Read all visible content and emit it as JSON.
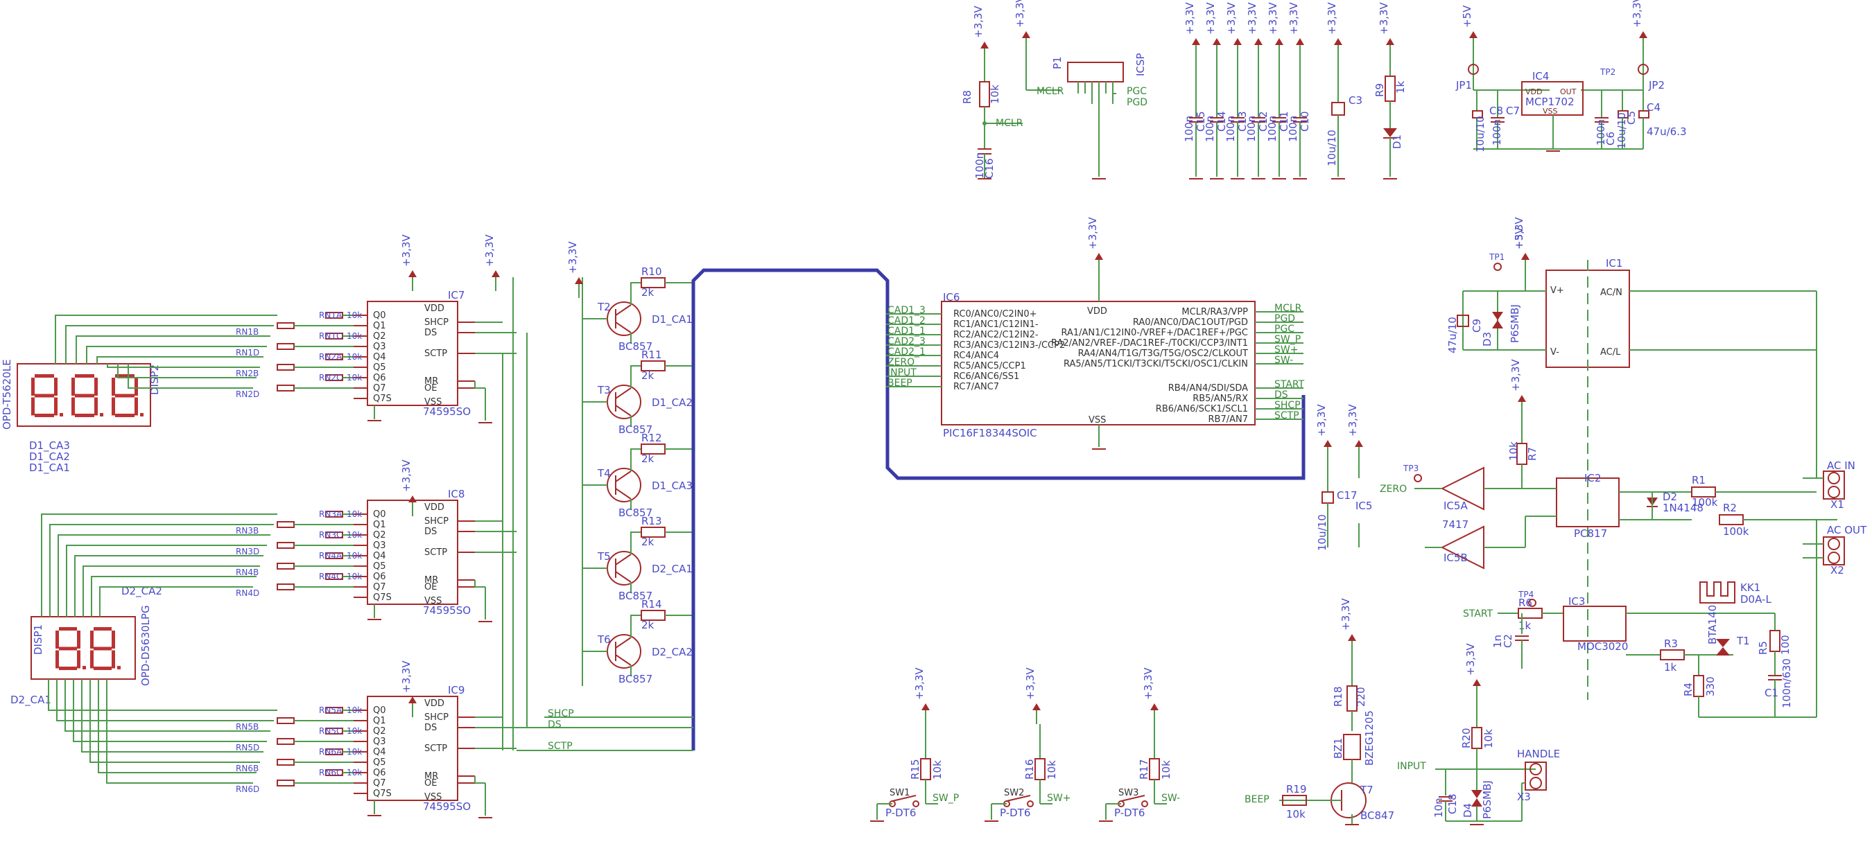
{
  "supply_label": "+3,3V",
  "supply_5v": "+5V",
  "ics": {
    "ic7": {
      "ref": "IC7",
      "part": "74595SO",
      "pins": [
        "Q0",
        "Q1",
        "Q2",
        "Q3",
        "Q4",
        "Q5",
        "Q6",
        "Q7",
        "Q7S",
        "VDD",
        "SHCP",
        "DS",
        "SCTP",
        "MR",
        "OE",
        "VSS"
      ]
    },
    "ic8": {
      "ref": "IC8",
      "part": "74595SO",
      "pins": [
        "Q0",
        "Q1",
        "Q2",
        "Q3",
        "Q4",
        "Q5",
        "Q6",
        "Q7",
        "Q7S",
        "VDD",
        "SHCP",
        "DS",
        "SCTP",
        "MR",
        "OE",
        "VSS"
      ]
    },
    "ic9": {
      "ref": "IC9",
      "part": "74595SO",
      "pins": [
        "Q0",
        "Q1",
        "Q2",
        "Q3",
        "Q4",
        "Q5",
        "Q6",
        "Q7",
        "Q7S",
        "VDD",
        "SHCP",
        "DS",
        "SCTP",
        "MR",
        "OE",
        "VSS"
      ]
    },
    "ic6": {
      "ref": "IC6",
      "part": "PIC16F18344SOIC",
      "vdd": "VDD",
      "vss": "VSS",
      "left_pins": [
        "RC0/ANC0/C2IN0+",
        "RC1/ANC1/C12IN1-",
        "RC2/ANC2/C12IN2-",
        "RC3/ANC3/C12IN3-/CCP2",
        "RC4/ANC4",
        "RC5/ANC5/CCP1",
        "RC6/ANC6/SS1",
        "RC7/ANC7"
      ],
      "left_nets": [
        "CAD1_3",
        "CAD1_2",
        "CAD1_1",
        "CAD2_3",
        "CAD2_1",
        "ZERO",
        "INPUT",
        "BEEP"
      ],
      "right_pins": [
        "MCLR/RA3/VPP",
        "RA0/ANC0/DAC1OUT/PGD",
        "RA1/AN1/C12IN0-/VREF+/DAC1REF+/PGC",
        "RA2/AN2/VREF-/DAC1REF-/T0CKI/CCP3/INT1",
        "RA4/AN4/T1G/T3G/T5G/OSC2/CLKOUT",
        "RA5/AN5/T1CKI/T3CKI/T5CKI/OSC1/CLKIN",
        "RB4/AN4/SDI/SDA",
        "RB5/AN5/RX",
        "RB6/AN6/SCK1/SCL1",
        "RB7/AN7"
      ],
      "right_nets": [
        "MCLR",
        "PGD",
        "PGC",
        "SW_P",
        "SW+",
        "SW-",
        "START",
        "DS",
        "SHCP",
        "SCTP"
      ]
    },
    "ic1": {
      "ref": "IC1",
      "pins": [
        "V+",
        "V-",
        "AC/N",
        "AC/L"
      ]
    },
    "ic2": {
      "ref": "IC2",
      "part": "PC817"
    },
    "ic3": {
      "ref": "IC3",
      "part": "MOC3020"
    },
    "ic4": {
      "ref": "IC4",
      "part": "MCP1702",
      "pins": [
        "VDD",
        "VSS",
        "OUT"
      ]
    },
    "ic5a": {
      "ref": "IC5A",
      "part": "7417"
    },
    "ic5b": {
      "ref": "IC5B"
    },
    "ic5": {
      "ref": "IC5"
    }
  },
  "displays": {
    "disp2": {
      "ref": "DISP2",
      "part": "OPD-T5620LE",
      "labels": [
        "D1_CA3",
        "D1_CA2",
        "D1_CA1"
      ]
    },
    "disp1": {
      "ref": "DISP1",
      "part": "OPD-D5630LPG",
      "labels": [
        "D2_CA2",
        "D2_CA1"
      ]
    }
  },
  "resistor_networks": [
    "RN1A",
    "RN1B",
    "RN1C",
    "RN1D",
    "RN2A",
    "RN2B",
    "RN2C",
    "RN2D",
    "RN3A",
    "RN3B",
    "RN3C",
    "RN3D",
    "RN4A",
    "RN4B",
    "RN4C",
    "RN4D",
    "RN5A",
    "RN5B",
    "RN5C",
    "RN5D",
    "RN6A",
    "RN6B",
    "RN6C",
    "RN6D"
  ],
  "rn_value": "10k",
  "transistors": [
    {
      "ref": "T2",
      "part": "BC857",
      "net": "D1_CA1",
      "r": "R10",
      "rv": "2k"
    },
    {
      "ref": "T3",
      "part": "BC857",
      "net": "D1_CA2",
      "r": "R11",
      "rv": "2k"
    },
    {
      "ref": "T4",
      "part": "BC857",
      "net": "D1_CA3",
      "r": "R12",
      "rv": "2k"
    },
    {
      "ref": "T5",
      "part": "BC857",
      "net": "D2_CA1",
      "r": "R13",
      "rv": "2k"
    },
    {
      "ref": "T6",
      "part": "BC857",
      "net": "D2_CA2",
      "r": "R14",
      "rv": "2k"
    }
  ],
  "bus_nets": [
    "SHCP",
    "DS",
    "SCTP"
  ],
  "top": {
    "r8": {
      "ref": "R8",
      "val": "10k"
    },
    "c16": {
      "ref": "C16",
      "val": "100n"
    },
    "mclr": "MCLR",
    "p1": {
      "ref": "P1",
      "part": "ICSP",
      "nets": [
        "MCLR",
        "PGC",
        "PGD"
      ]
    },
    "decoupling": [
      {
        "ref": "C15",
        "val": "100n"
      },
      {
        "ref": "C14",
        "val": "100n"
      },
      {
        "ref": "C13",
        "val": "100n"
      },
      {
        "ref": "C12",
        "val": "100n"
      },
      {
        "ref": "C11",
        "val": "100n"
      },
      {
        "ref": "C10",
        "val": "100n"
      }
    ],
    "c3": {
      "ref": "C3",
      "val": "10u/10"
    },
    "r9": {
      "ref": "R9",
      "val": "1k"
    },
    "d1": {
      "ref": "D1"
    },
    "jp1": "JP1",
    "jp2": "JP2",
    "tp2": "TP2",
    "c8": {
      "ref": "C8",
      "val": "10u/10"
    },
    "c7": {
      "ref": "C7",
      "val": "100n"
    },
    "c6": {
      "ref": "C6",
      "val": "100n"
    },
    "c5": {
      "ref": "C5",
      "val": "10u/10"
    },
    "c4": {
      "ref": "C4",
      "val": "47u/6.3"
    }
  },
  "mains": {
    "tp1": "TP1",
    "tp3": "TP3",
    "tp4": "TP4",
    "c9": {
      "ref": "C9",
      "val": "47u/10"
    },
    "d3": {
      "ref": "D3",
      "part": "P6SMBJ"
    },
    "r7": {
      "ref": "R7",
      "val": "10k"
    },
    "zero": "ZERO",
    "r1": {
      "ref": "R1",
      "val": "100k"
    },
    "r2": {
      "ref": "R2",
      "val": "100k"
    },
    "d2": {
      "ref": "D2",
      "part": "1N4148"
    },
    "ac_in": "AC IN",
    "ac_out": "AC OUT",
    "x1": "X1",
    "x2": "X2",
    "x3": "X3",
    "kk1": {
      "ref": "KK1",
      "part": "D0A-L"
    },
    "start": "START",
    "r6": {
      "ref": "R6",
      "val": "1k"
    },
    "c2": {
      "ref": "C2",
      "val": "1n"
    },
    "r3": {
      "ref": "R3",
      "val": "1k"
    },
    "r4": {
      "ref": "R4",
      "val": "330"
    },
    "r5": {
      "ref": "R5",
      "val": "100"
    },
    "t1": {
      "ref": "T1",
      "part": "BTA140"
    },
    "c1": {
      "ref": "C1",
      "val": "100n/630"
    },
    "c17": {
      "ref": "C17",
      "val": "10u/10"
    }
  },
  "bottom": {
    "switches": [
      {
        "ref": "SW1",
        "part": "P-DT6",
        "r": "R15",
        "rv": "10k",
        "net": "SW_P"
      },
      {
        "ref": "SW2",
        "part": "P-DT6",
        "r": "R16",
        "rv": "10k",
        "net": "SW+"
      },
      {
        "ref": "SW3",
        "part": "P-DT6",
        "r": "R17",
        "rv": "10k",
        "net": "SW-"
      }
    ],
    "r18": {
      "ref": "R18",
      "val": "220"
    },
    "bz1": {
      "ref": "BZ1",
      "part": "BZEG1205"
    },
    "beep": "BEEP",
    "r19": {
      "ref": "R19",
      "val": "10k"
    },
    "t7": {
      "ref": "T7",
      "part": "BC847"
    },
    "input": "INPUT",
    "r20": {
      "ref": "R20",
      "val": "10k"
    },
    "c18": {
      "ref": "C18",
      "val": "10n"
    },
    "d4": {
      "ref": "D4",
      "part": "P6SMBJ"
    },
    "handle": "HANDLE"
  }
}
